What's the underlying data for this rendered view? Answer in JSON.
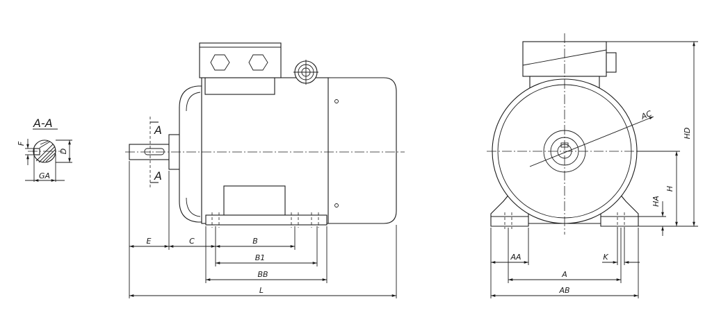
{
  "section": {
    "label": "A-A",
    "marker_top": "A",
    "marker_bottom": "A"
  },
  "shaft_labels": {
    "f": "F",
    "d": "D",
    "ga": "GA"
  },
  "side_dims": {
    "e": "E",
    "c": "C",
    "b": "B",
    "b1": "B1",
    "bb": "BB",
    "l": "L"
  },
  "front_dims": {
    "aa": "AA",
    "a": "A",
    "k": "K",
    "ab": "AB",
    "ac": "AC",
    "ha": "HA",
    "h": "H",
    "hd": "HD"
  }
}
